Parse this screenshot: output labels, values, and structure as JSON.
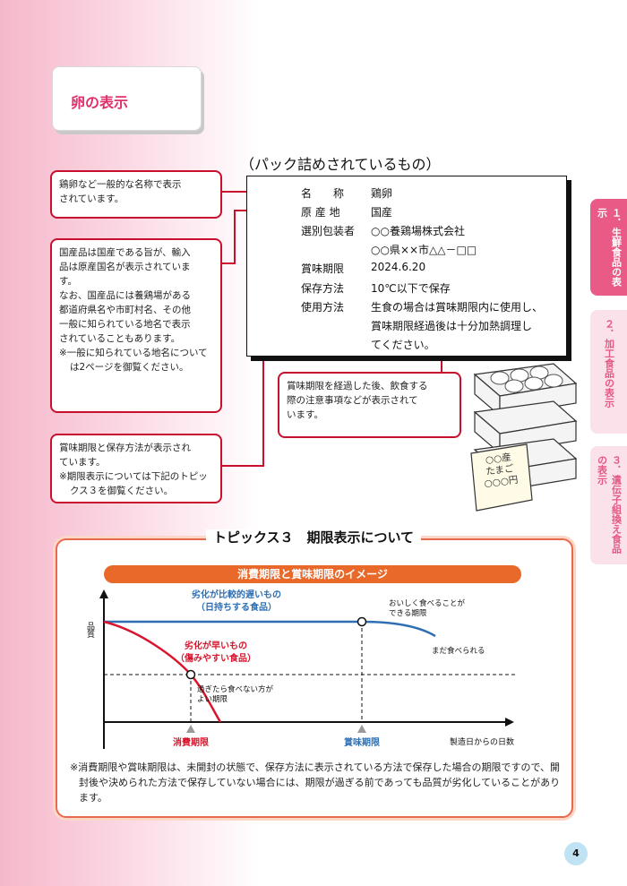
{
  "heading": "卵の表示",
  "pack_label": {
    "title": "（パック詰めされているもの）",
    "rows": {
      "name_key": "名　　称",
      "name_val": "鶏卵",
      "origin_key": "原 産 地",
      "origin_val": "国産",
      "packer_key": "選別包装者",
      "packer_val1": "○○養鶏場株式会社",
      "packer_val2": "○○県××市△△－□□",
      "best_key": "賞味期限",
      "best_val": "2024.6.20",
      "storage_key": "保存方法",
      "storage_val": "10℃以下で保存",
      "usage_key": "使用方法",
      "usage_val1": "生食の場合は賞味期限内に使用し、",
      "usage_val2": "賞味期限経過後は十分加熱調理し",
      "usage_val3": "てください。"
    }
  },
  "callouts": {
    "name": [
      "鶏卵など一般的な名称で表示",
      "されています。"
    ],
    "origin": [
      "国産品は国産である旨が、輸入",
      "品は原産国名が表示されていま",
      "す。",
      "なお、国産品には養鶏場がある",
      "都道府県名や市町村名、その他",
      "一般に知られている地名で表示",
      "されていることもあります。"
    ],
    "origin_note": "※一般に知られている地名については2ページを御覧ください。",
    "dates": [
      "賞味期限と保存方法が表示され",
      "ています。"
    ],
    "dates_note": "※期限表示については下記のトピックス３を御覧ください。",
    "usage": [
      "賞味期限を経過した後、飲食する",
      "際の注意事項などが表示されて",
      "います。"
    ]
  },
  "egg_sign": [
    "○○産",
    "たまご",
    "○○○円"
  ],
  "side_tabs": [
    "１．生鮮食品の表示",
    "２．加工食品の表示",
    "３．遺伝子組換え食品の表示"
  ],
  "topics": {
    "title": "トピックス３　期限表示について",
    "chart_banner": "消費期限と賞味期限のイメージ"
  },
  "chart_data": {
    "type": "line",
    "title": "消費期限と賞味期限のイメージ",
    "ylabel": "品質",
    "xlabel": "製造日からの日数",
    "series": [
      {
        "name": "劣化が比較的遅いもの（日持ちする食品）",
        "values": [
          1.0,
          1.0,
          1.0,
          1.0,
          0.97,
          0.8
        ]
      },
      {
        "name": "劣化が早いもの（傷みやすい食品）",
        "values": [
          1.0,
          0.85,
          0.55,
          0.0
        ]
      }
    ],
    "labels": {
      "slow_line1": "劣化が比較的遅いもの",
      "slow_line2": "（日持ちする食品）",
      "fast_line1": "劣化が早いもの",
      "fast_line2": "（傷みやすい食品）",
      "tasty_line1": "おいしく食べることが",
      "tasty_line2": "できる期限",
      "still_edible": "まだ食べられる",
      "unsafe_line1": "過ぎたら食べない方が",
      "unsafe_line2": "よい期限",
      "use_by": "消費期限",
      "best_before": "賞味期限"
    },
    "colors": {
      "slow": "#2e6fb3",
      "fast": "#d8152c",
      "axis": "#111111"
    }
  },
  "footnote": [
    "※消費期限や賞味期限は、未開封の状態で、保存方法に表示されている方法で保存した場合の期限ですので、開封後や決められた方法で保存していない場合には、期限が過ぎる前であっても品質が劣化していることがあります。"
  ],
  "page_number": "4"
}
